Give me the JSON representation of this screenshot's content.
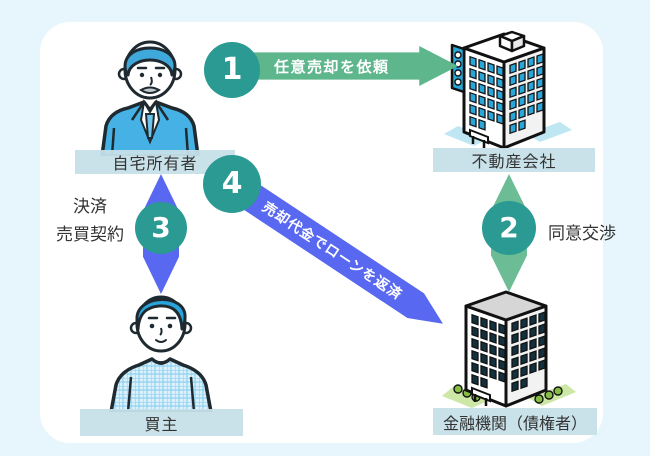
{
  "colors": {
    "page_bg": "#e7f6fc",
    "card_bg": "#ffffff",
    "badge_teal": "#2b9a93",
    "arrow_green": "#5eb68d",
    "arrow_blue": "#5868f0",
    "label_bar_bg": "#c6e0e9",
    "text": "#333333"
  },
  "icons": {
    "homeowner": "man-in-suit-illustration",
    "realtor": "office-building-illustration",
    "buyer": "young-man-illustration",
    "bank": "bank-building-illustration"
  },
  "diagram": {
    "actors": [
      {
        "id": "homeowner",
        "label": "自宅所有者"
      },
      {
        "id": "realtor",
        "label": "不動産会社"
      },
      {
        "id": "buyer",
        "label": "買主"
      },
      {
        "id": "bank",
        "label": "金融機関（債権者）"
      }
    ],
    "steps": [
      {
        "number": "1",
        "label": "任意売却を依頼",
        "from": "homeowner",
        "to": "realtor"
      },
      {
        "number": "2",
        "label": "同意交渉",
        "from": "realtor",
        "to": "bank"
      },
      {
        "number": "3",
        "label_lines": [
          "決済",
          "売買契約"
        ],
        "from": "homeowner",
        "to": "buyer"
      },
      {
        "number": "4",
        "label": "売却代金でローンを返済",
        "from": "homeowner",
        "to": "bank"
      }
    ]
  }
}
